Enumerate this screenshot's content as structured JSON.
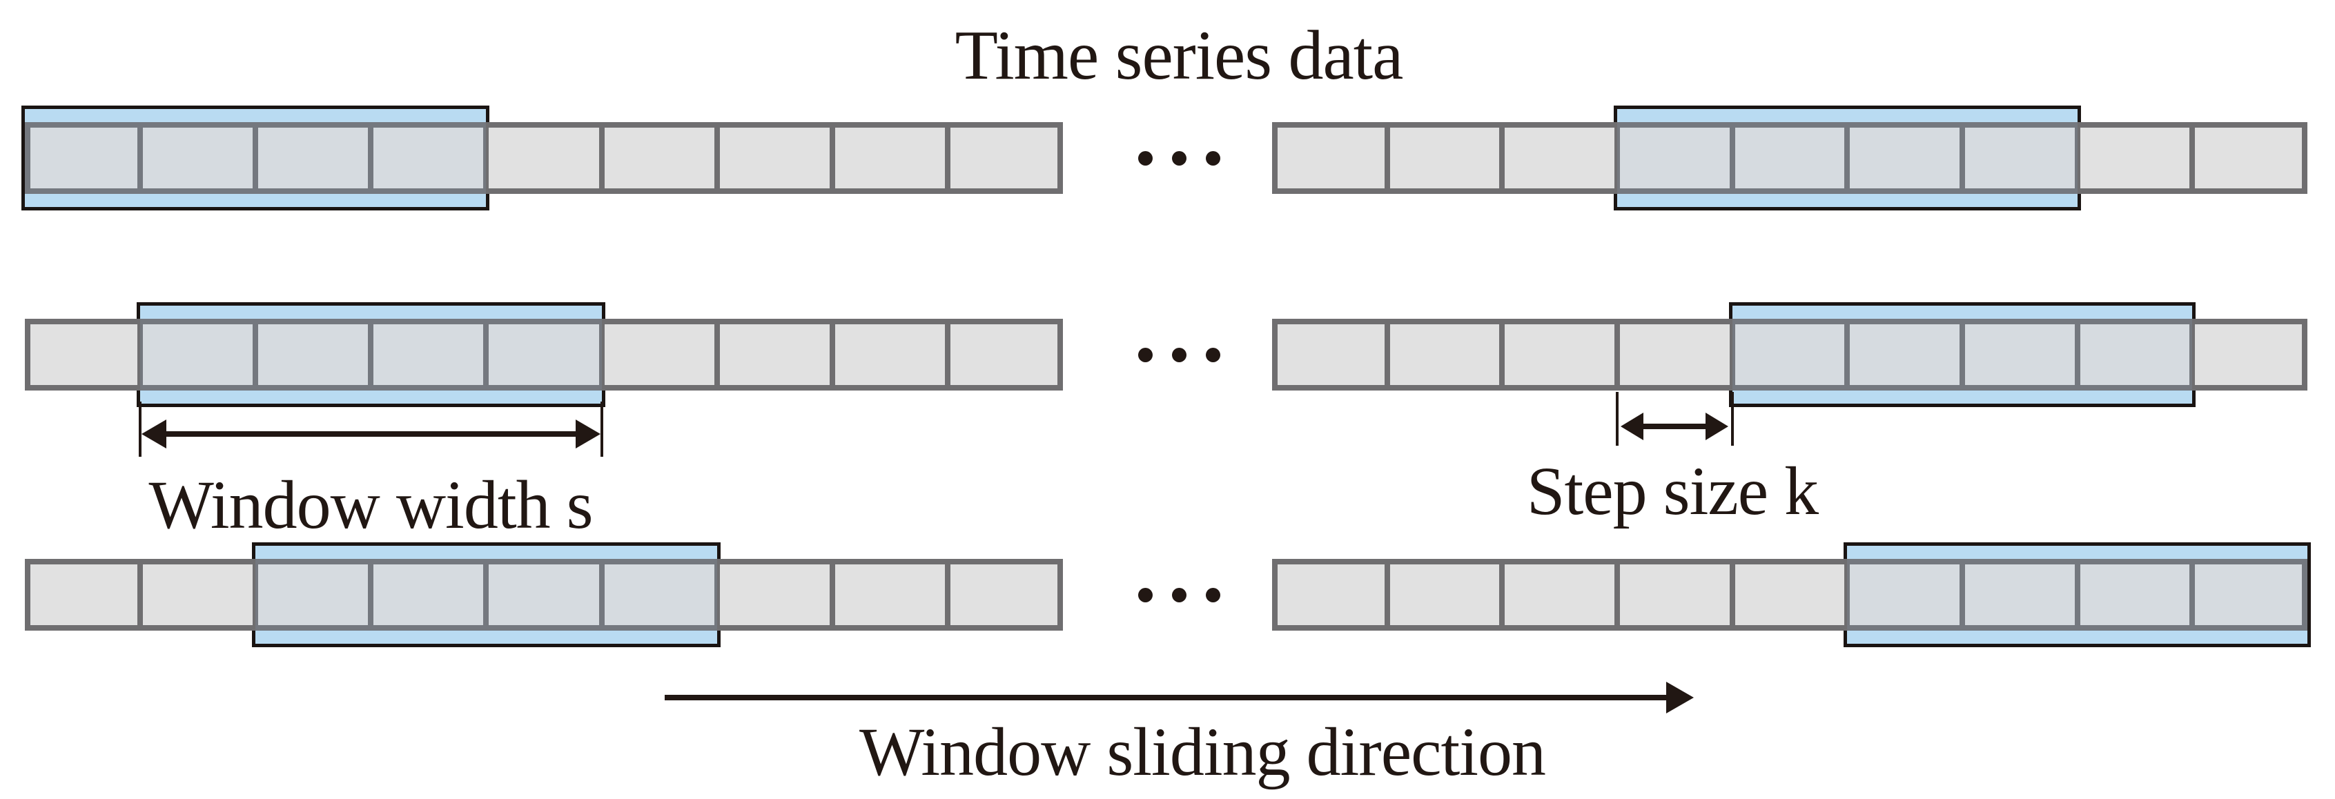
{
  "title": "Time series data",
  "labels": {
    "window_width": "Window width s",
    "step_size": "Step size k",
    "sliding_direction": "Window sliding direction"
  },
  "colors": {
    "ink": "#211713",
    "cell_fill": "#e1e1e1",
    "cell_border": "#6f6e70",
    "window_fill": "#b9dbf2",
    "window_border": "#1a1412",
    "window_tint": "rgba(150,185,222,0.14)"
  },
  "diagram": {
    "cells_per_strip": 9,
    "window_cells": 4,
    "step_cells": 1,
    "ellipsis_dots_per_row": 3,
    "rows": [
      {
        "left_window_start": 0,
        "right_window_start": 3
      },
      {
        "left_window_start": 1,
        "right_window_start": 4
      },
      {
        "left_window_start": 2,
        "right_window_start": 5
      }
    ]
  }
}
